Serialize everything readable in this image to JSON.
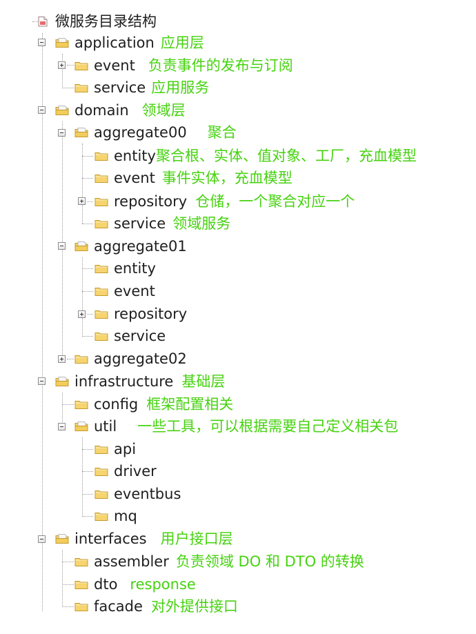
{
  "tree": {
    "root": {
      "label": "微服务目录结构",
      "icon": "document-folder-icon"
    },
    "application": {
      "label": "application",
      "note": "应用层",
      "expanded": true,
      "event": {
        "label": "event",
        "note": "负责事件的发布与订阅",
        "expanded": false
      },
      "service": {
        "label": "service",
        "note": "应用服务"
      }
    },
    "domain": {
      "label": "domain",
      "note": "领域层",
      "expanded": true,
      "aggregate00": {
        "label": "aggregate00",
        "note": "聚合",
        "expanded": true,
        "entity": {
          "label": "entity",
          "note": "聚合根、实体、值对象、工厂，充血模型"
        },
        "event": {
          "label": "event",
          "note": "事件实体，充血模型"
        },
        "repository": {
          "label": "repository",
          "note": "仓储，一个聚合对应一个",
          "expanded": false
        },
        "service": {
          "label": "service",
          "note": "领域服务"
        }
      },
      "aggregate01": {
        "label": "aggregate01",
        "expanded": true,
        "entity": {
          "label": "entity"
        },
        "event": {
          "label": "event"
        },
        "repository": {
          "label": "repository",
          "expanded": false
        },
        "service": {
          "label": "service"
        }
      },
      "aggregate02": {
        "label": "aggregate02",
        "expanded": false
      }
    },
    "infrastructure": {
      "label": "infrastructure",
      "note": "基础层",
      "expanded": true,
      "config": {
        "label": "config",
        "note": "框架配置相关"
      },
      "util": {
        "label": "util",
        "note": "一些工具，可以根据需要自己定义相关包",
        "expanded": true,
        "api": {
          "label": "api"
        },
        "driver": {
          "label": "driver"
        },
        "eventbus": {
          "label": "eventbus"
        },
        "mq": {
          "label": "mq"
        }
      }
    },
    "interfaces": {
      "label": "interfaces",
      "note": "用户接口层",
      "expanded": true,
      "assembler": {
        "label": "assembler",
        "note": "负责领域 DO 和 DTO 的转换"
      },
      "dto": {
        "label": "dto",
        "note": "response"
      },
      "facade": {
        "label": "facade",
        "note": "对外提供接口"
      }
    }
  },
  "colors": {
    "note_text": "#46d20f",
    "label_text": "#1e1e1e",
    "connector": "#9a9a9a",
    "folder_fill": "#f7d36c",
    "folder_edge": "#c49a2c",
    "open_page": "#f4f4f4"
  }
}
